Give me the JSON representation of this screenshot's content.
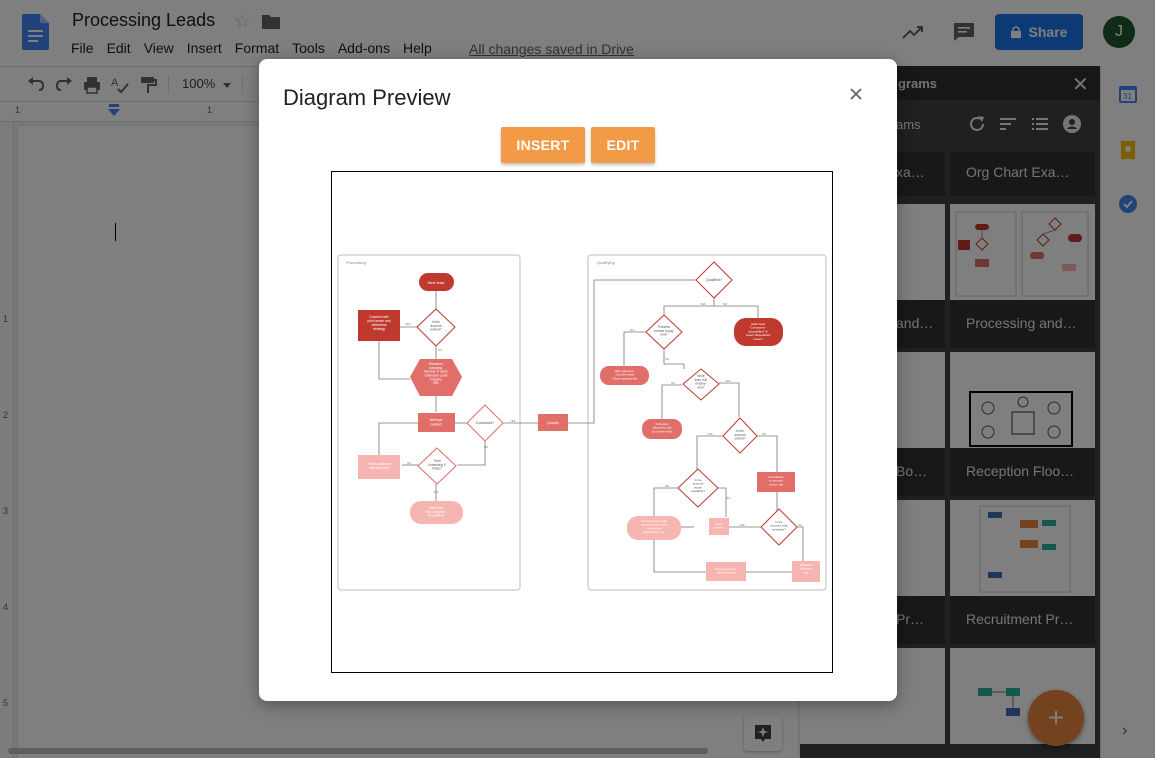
{
  "doc": {
    "title": "Processing Leads",
    "menu": [
      "File",
      "Edit",
      "View",
      "Insert",
      "Format",
      "Tools",
      "Add-ons",
      "Help"
    ],
    "saved_status": "All changes saved in Drive",
    "share_label": "Share",
    "avatar_initial": "J",
    "zoom": "100%"
  },
  "ruler": {
    "top_marks": [
      "1",
      "1"
    ],
    "side_marks": [
      "1",
      "2",
      "3",
      "4",
      "5"
    ]
  },
  "panel": {
    "title": "grams",
    "tools_label": "ams",
    "tiles_left": [
      "xa…",
      "and…",
      "Bo…",
      "Pr…"
    ],
    "tiles_right": [
      "Org Chart Exa…",
      "Processing and…",
      "Reception Floo…",
      "Recruitment Pr…"
    ]
  },
  "dialog": {
    "title": "Diagram Preview",
    "insert_label": "INSERT",
    "edit_label": "EDIT"
  },
  "diagram": {
    "lanes": [
      "Processing",
      "Qualifying"
    ],
    "nodes": {
      "new_lead": "New lead",
      "connect": "Connect with\njoint owner and\ndetermine\nstrategy",
      "is_owned": "Is the\naccount\nowned?",
      "research": "Research\ncompany:\nNumber of users\nEmployee count\nIndustry\nURL",
      "attempt": "Attempt\ncontact",
      "contacted": "Contacted?",
      "qualify": "Qualify",
      "follow_up": "Follow cadence\nsell next step",
      "tried": "Tried\ncontacting 5\ntimes?",
      "mark_not": "Mark lead\n'Not contacted -\ndisqualified'",
      "qualified": "Qualified?",
      "mark_contacted": "Mark lead\n\"Contacted -\ndisqualified\" &\nselect disqualified\nreason",
      "possess": "Possess\nmeans to pay\nnow?",
      "take_payment": "Take payment\n- Convert lead\n- Close opportunity",
      "more_200": "More\nthan 200\nemploy-\nees?",
      "schedule": "Schedule\ndiscovery call\n& convert lead",
      "acct_owned": "Is the\naccount\nowned?",
      "coordinate": "Coordinate\nin account\nowner call",
      "owner_avail": "Is the\naccount\nowner\navailable?",
      "acct_seat": "Is the\naccount seat\navailable?",
      "introduce": "Introduce lead with\naccount owner and\nconvert as\nopportunity role",
      "lead_convert": "Lead\nconvert",
      "create_event": "Create event for\nscheduled call",
      "schedule_disc": "Schedule\ndiscovery\ncall"
    },
    "edge_labels": {
      "yes": "YES",
      "no": "NO"
    },
    "colors": {
      "dark": "#c0392f",
      "mid": "#e26e6a",
      "light": "#f7b5b1",
      "lane_border": "#bdbdbd"
    }
  }
}
